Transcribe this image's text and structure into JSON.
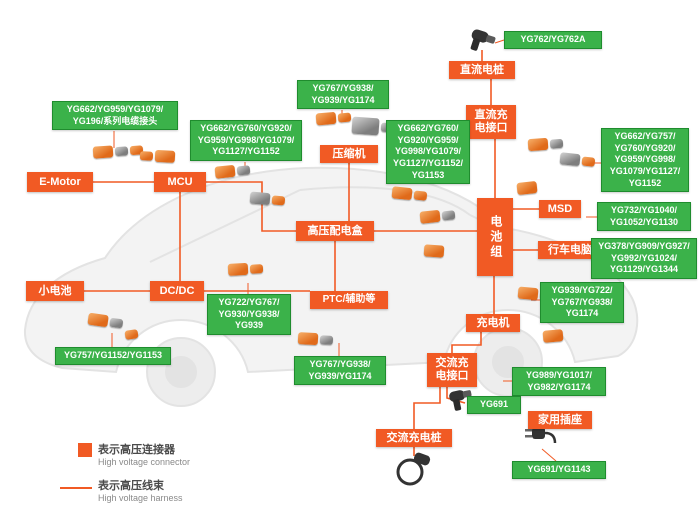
{
  "colors": {
    "orange": "#f15a24",
    "green": "#3bb24a"
  },
  "components": {
    "e_motor": "E-Motor",
    "mcu": "MCU",
    "compressor": "压缩机",
    "hv_box": "高压配电盒",
    "ptc": "PTC/辅助等",
    "dcdc": "DC/DC",
    "small_battery": "小电池",
    "battery_pack": "电池组",
    "msd": "MSD",
    "trip_computer": "行车电脑",
    "charger": "充电机",
    "dc_pile": "直流电桩",
    "dc_port": {
      "line1": "直流充",
      "line2": "电接口"
    },
    "ac_port": {
      "line1": "交流充",
      "line2": "电接口"
    },
    "home_socket": "家用插座",
    "ac_pile": "交流充电桩"
  },
  "labels": {
    "l1": [
      "YG762/YG762A"
    ],
    "l2": [
      "YG767/YG938/",
      "YG939/YG1174"
    ],
    "l3": [
      "YG662/YG959/YG1079/",
      "YG196/系列电缆接头"
    ],
    "l4": [
      "YG662/YG760/YG920/",
      "YG959/YG998/YG1079/",
      "YG1127/YG1152"
    ],
    "l5": [
      "YG662/YG760/",
      "YG920/YG959/",
      "YG998/YG1079/",
      "YG1127/YG1152/",
      "YG1153"
    ],
    "l6": [
      "YG662/YG757/",
      "YG760/YG920/",
      "YG959/YG998/",
      "YG1079/YG1127/",
      "YG1152"
    ],
    "l7": [
      "YG732/YG1040/",
      "YG1052/YG1130"
    ],
    "l8": [
      "YG378/YG909/YG927/",
      "YG992/YG1024/",
      "YG1129/YG1344"
    ],
    "l9": [
      "YG939/YG722/",
      "YG767/YG938/",
      "YG1174"
    ],
    "l10": [
      "YG989/YG1017/",
      "YG982/YG1174"
    ],
    "l11": [
      "YG691"
    ],
    "l12": [
      "YG691/YG1143"
    ],
    "l13": [
      "YG722/YG767/",
      "YG930/YG938/",
      "YG939"
    ],
    "l14": [
      "YG757/YG1152/YG1153"
    ],
    "l15": [
      "YG767/YG938/",
      "YG939/YG1174"
    ]
  },
  "legend": {
    "connector_zh": "表示高压连接器",
    "connector_en": "High voltage connector",
    "harness_zh": "表示高压线束",
    "harness_en": "High voltage harness"
  }
}
